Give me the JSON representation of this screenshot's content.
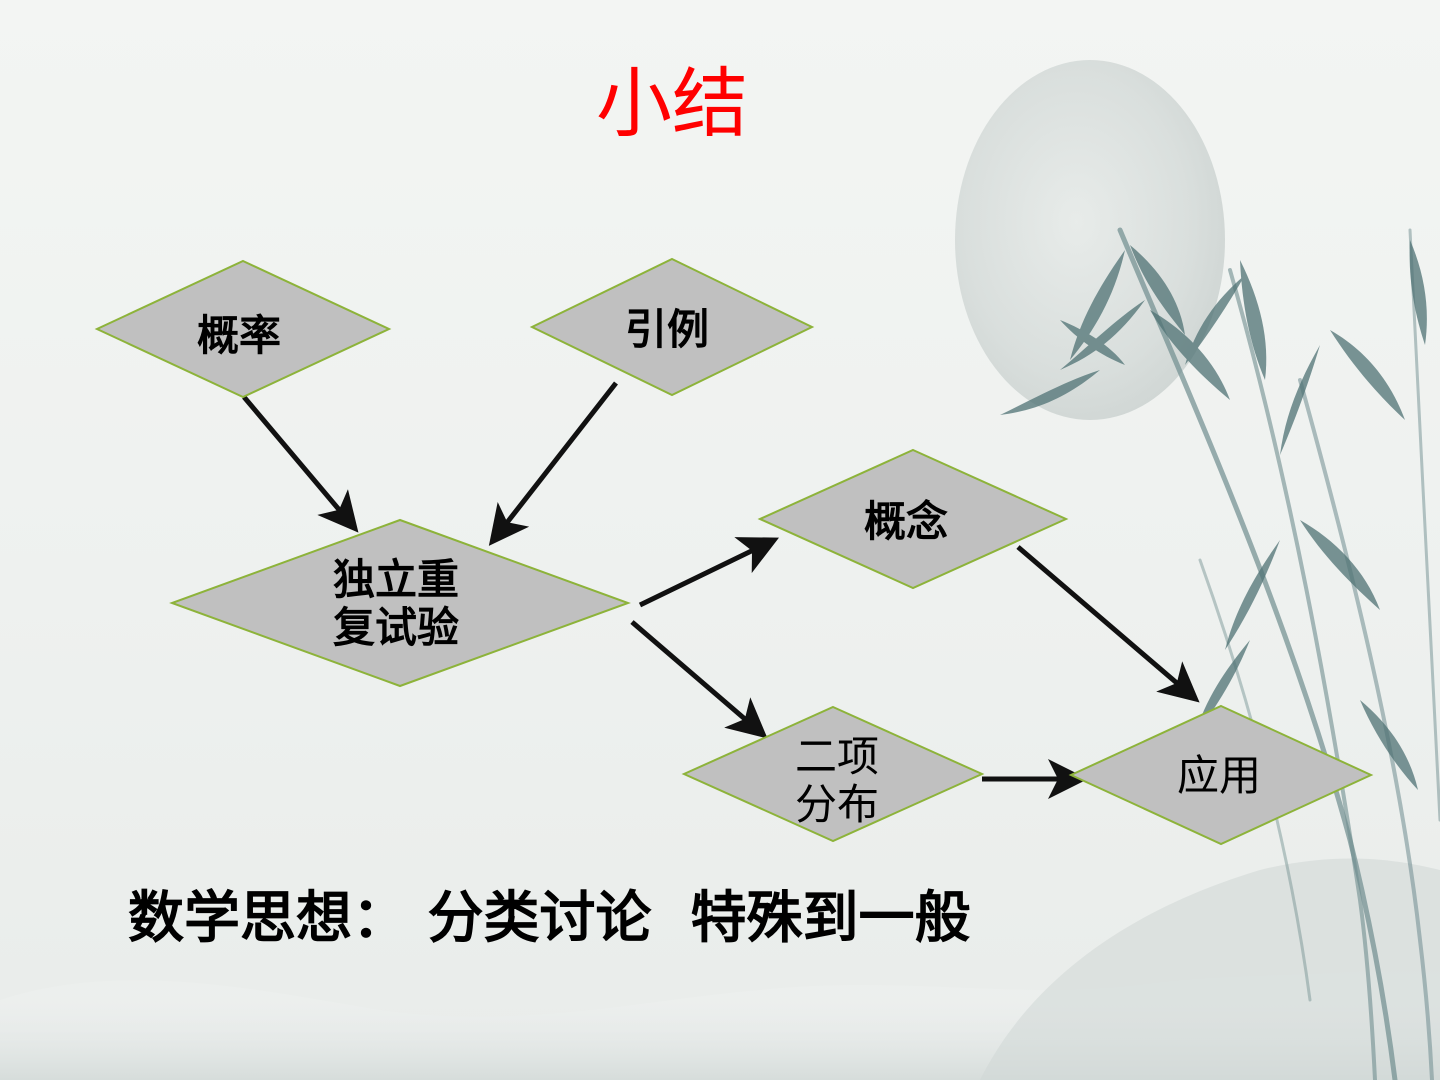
{
  "slide": {
    "title": "小结",
    "summary": "数学思想： 分类讨论  特殊到一般"
  },
  "colors": {
    "title": "#ff0000",
    "node_fill": "#c0c0c0",
    "node_border": "#8db33a",
    "arrow": "#111111",
    "text": "#000000",
    "background": "#eef1ef",
    "moon": "#d7dcda",
    "bamboo": "#5e7e80"
  },
  "diagram": {
    "nodes": [
      {
        "id": "probability",
        "label": "概率"
      },
      {
        "id": "example",
        "label": "引例"
      },
      {
        "id": "independent_trials",
        "label": "独立重\n复试验"
      },
      {
        "id": "concept",
        "label": "概念"
      },
      {
        "id": "binomial",
        "label": "二项\n分布"
      },
      {
        "id": "application",
        "label": "应用"
      }
    ],
    "edges": [
      {
        "from": "probability",
        "to": "independent_trials"
      },
      {
        "from": "example",
        "to": "independent_trials"
      },
      {
        "from": "independent_trials",
        "to": "concept"
      },
      {
        "from": "independent_trials",
        "to": "binomial"
      },
      {
        "from": "concept",
        "to": "application"
      },
      {
        "from": "binomial",
        "to": "application"
      }
    ]
  }
}
